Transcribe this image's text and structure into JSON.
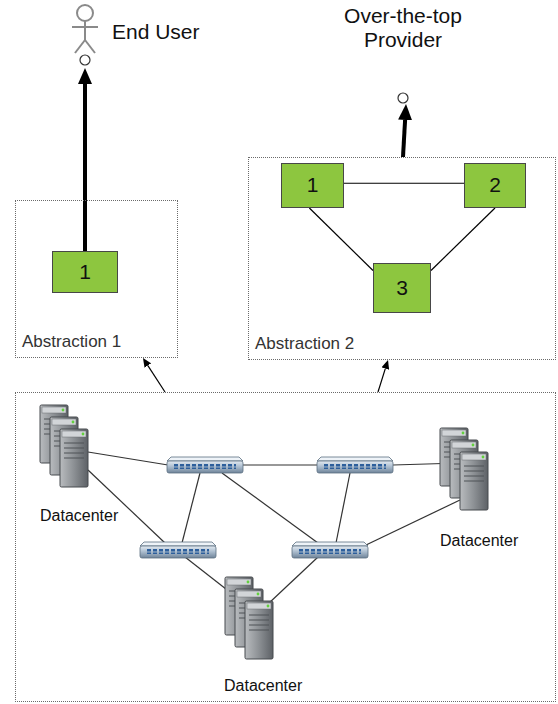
{
  "diagram": {
    "nodes": [
      {
        "text": [
          "End User"
        ]
      },
      {
        "text": [
          "Over-the-top Provider"
        ]
      },
      {
        "text": [
          "Abstraction 1"
        ]
      },
      {
        "text": [
          "1"
        ],
        "in": 2
      },
      {
        "text": [
          "Abstraction 2"
        ]
      },
      {
        "text": [
          "1"
        ],
        "in": 4
      },
      {
        "text": [
          "2"
        ],
        "in": 4
      },
      {
        "text": [
          "3"
        ],
        "in": 4
      },
      {
        "text": [
          "Datacenter",
          "Datacenter",
          "Datacenter"
        ]
      }
    ],
    "edges": [
      {
        "from": 3,
        "to": 0,
        "arrow": "to"
      },
      {
        "from": 4,
        "to": 1,
        "arrow": "to"
      },
      {
        "from": 5,
        "to": 6,
        "arrow": "none"
      },
      {
        "from": 5,
        "to": 7,
        "arrow": "none"
      },
      {
        "from": 6,
        "to": 7,
        "arrow": "none"
      },
      {
        "from": 8,
        "to": 2,
        "arrow": "to"
      },
      {
        "from": 8,
        "to": 4,
        "arrow": "to"
      }
    ]
  }
}
